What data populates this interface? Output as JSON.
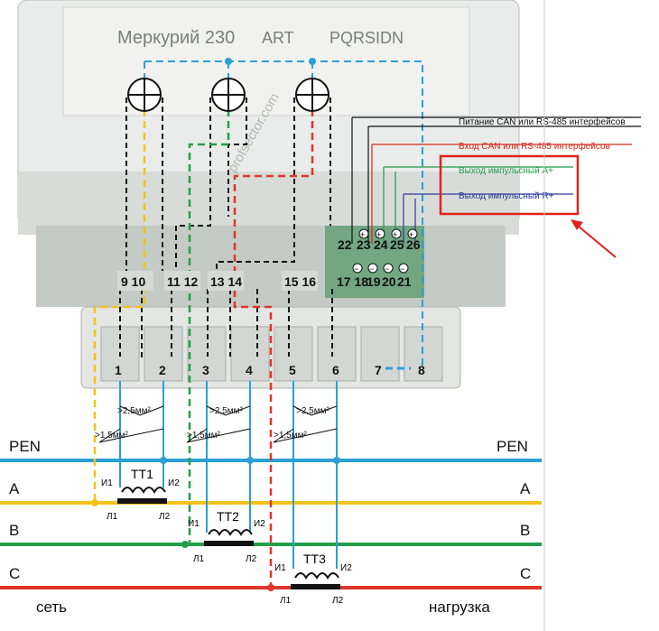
{
  "meter": {
    "brand": "Меркурий 230",
    "model_part": "ART",
    "suffix_part": "PQRSIDN",
    "watermark": "profsector.com"
  },
  "terminals_bottom": [
    "1",
    "2",
    "3",
    "4",
    "5",
    "6",
    "7",
    "8"
  ],
  "terminals_signal": [
    "9 10",
    "11 12",
    "13 14",
    "15 16",
    "17 18",
    "19",
    "20",
    "21"
  ],
  "terminals_signal_top": [
    "22",
    "23",
    "24",
    "25",
    "26"
  ],
  "signal_polarity": {
    "plus": "+",
    "minus": "−"
  },
  "legend": [
    {
      "text": "Питание CAN или RS-485 интерфейсов",
      "color": "#111111"
    },
    {
      "text": "Вход CAN или RS-485 интерфейсов",
      "color": "#d42a1a"
    },
    {
      "text": "Выход импульсный А+",
      "color": "#1e9a4a"
    },
    {
      "text": "Выход импульсный R+",
      "color": "#2a3a9a"
    }
  ],
  "wire_sizes": {
    "thick": ">2,5мм²",
    "thin": ">1,5мм²"
  },
  "transformers": [
    {
      "name": "ТТ1",
      "i1": "И1",
      "i2": "И2",
      "l1": "Л1",
      "l2": "Л2"
    },
    {
      "name": "ТТ2",
      "i1": "И1",
      "i2": "И2",
      "l1": "Л1",
      "l2": "Л2"
    },
    {
      "name": "ТТ3",
      "i1": "И1",
      "i2": "И2",
      "l1": "Л1",
      "l2": "Л2"
    }
  ],
  "buses": [
    {
      "name": "PEN",
      "color": "#2aa0d4"
    },
    {
      "name": "A",
      "color": "#f2c21a"
    },
    {
      "name": "B",
      "color": "#23a04a"
    },
    {
      "name": "C",
      "color": "#e0352b"
    }
  ],
  "side_labels": {
    "left": "сеть",
    "right": "нагрузка"
  },
  "colors": {
    "blue": "#2aa0d4",
    "yellow": "#f2c21a",
    "green": "#23a04a",
    "red": "#e0352b",
    "highlight": "#e0231a"
  }
}
